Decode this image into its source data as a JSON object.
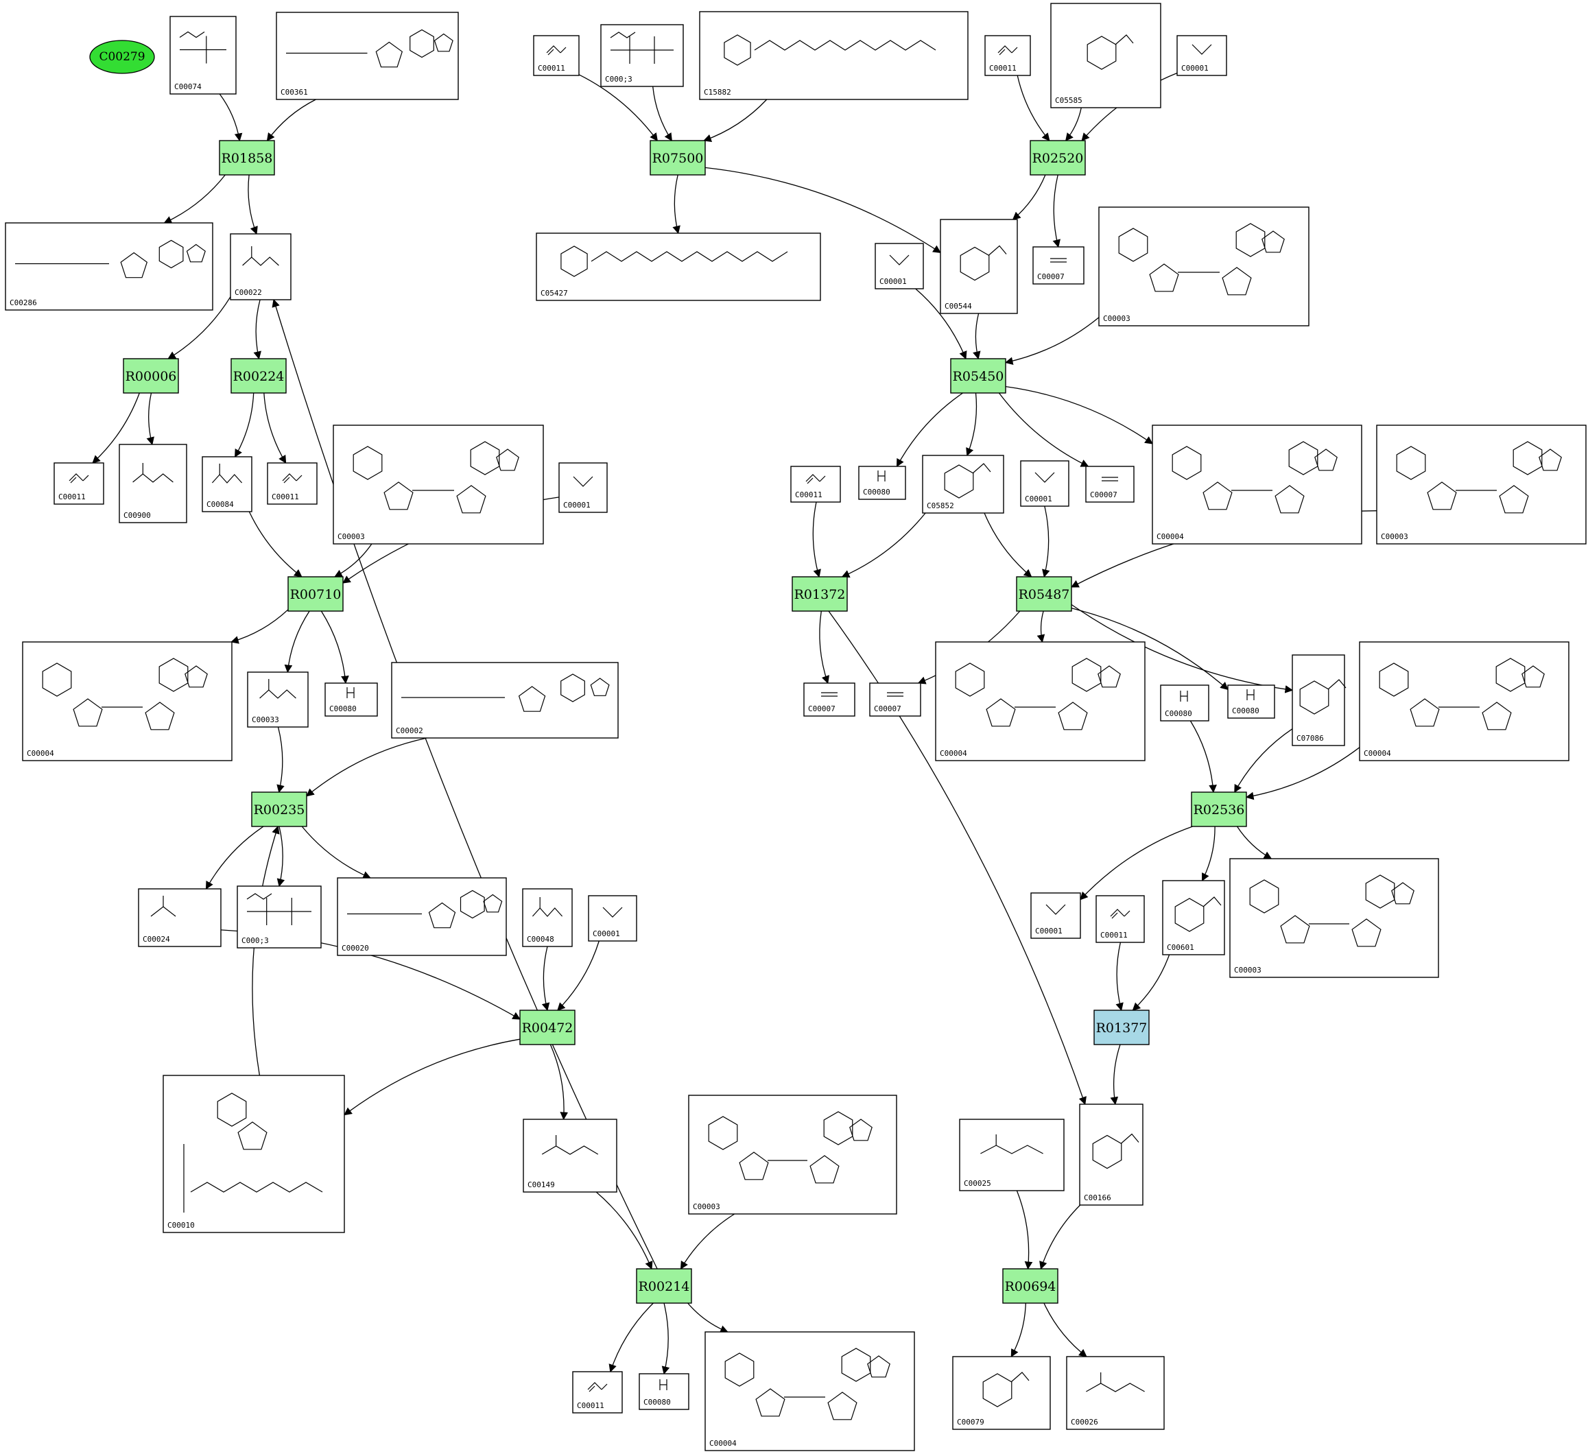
{
  "colors": {
    "start_node": "#33dd33",
    "reaction_normal": "#9cf29c",
    "reaction_highlight": "#a7d8e6",
    "border": "#000000",
    "background": "#ffffff"
  },
  "start_compound": "C00279",
  "reactions": [
    {
      "id": "R01858",
      "state": "normal"
    },
    {
      "id": "R07500",
      "state": "normal"
    },
    {
      "id": "R02520",
      "state": "normal"
    },
    {
      "id": "R00006",
      "state": "normal"
    },
    {
      "id": "R00224",
      "state": "normal"
    },
    {
      "id": "R05450",
      "state": "normal"
    },
    {
      "id": "R00710",
      "state": "normal"
    },
    {
      "id": "R01372",
      "state": "normal"
    },
    {
      "id": "R05487",
      "state": "normal"
    },
    {
      "id": "R00235",
      "state": "normal"
    },
    {
      "id": "R02536",
      "state": "normal"
    },
    {
      "id": "R00472",
      "state": "normal"
    },
    {
      "id": "R01377",
      "state": "highlight"
    },
    {
      "id": "R00214",
      "state": "normal"
    },
    {
      "id": "R00694",
      "state": "normal"
    }
  ],
  "compounds": [
    {
      "key": "c00074",
      "label": "C00074",
      "glyph": "phosphate"
    },
    {
      "key": "c00361",
      "label": "C00361",
      "glyph": "nucleotide"
    },
    {
      "key": "c00011_a",
      "label": "C00011",
      "glyph": "co2"
    },
    {
      "key": "c00013_a",
      "label": "C000;3",
      "glyph": "diphosphate"
    },
    {
      "key": "c15882",
      "label": "C15882",
      "glyph": "chain"
    },
    {
      "key": "c00011_b",
      "label": "C00011",
      "glyph": "co2"
    },
    {
      "key": "c05585",
      "label": "C05585",
      "glyph": "ring"
    },
    {
      "key": "c00001_a",
      "label": "C00001",
      "glyph": "water"
    },
    {
      "key": "c00286",
      "label": "C00286",
      "glyph": "nucleotide"
    },
    {
      "key": "c00022",
      "label": "C00022",
      "glyph": "small"
    },
    {
      "key": "c05427",
      "label": "C05427",
      "glyph": "chain"
    },
    {
      "key": "c00544",
      "label": "C00544",
      "glyph": "ring"
    },
    {
      "key": "c00007_a",
      "label": "C00007",
      "glyph": "o2"
    },
    {
      "key": "c00003_a",
      "label": "C00003",
      "glyph": "nad"
    },
    {
      "key": "c00001_b",
      "label": "C00001",
      "glyph": "water"
    },
    {
      "key": "c00011_c",
      "label": "C00011",
      "glyph": "co2"
    },
    {
      "key": "c00900",
      "label": "C00900",
      "glyph": "small"
    },
    {
      "key": "c00084",
      "label": "C00084",
      "glyph": "small"
    },
    {
      "key": "c00011_d",
      "label": "C00011",
      "glyph": "co2"
    },
    {
      "key": "c00003_b",
      "label": "C00003",
      "glyph": "nad"
    },
    {
      "key": "c00001_c",
      "label": "C00001",
      "glyph": "water"
    },
    {
      "key": "c00011_e",
      "label": "C00011",
      "glyph": "co2"
    },
    {
      "key": "c00080_a",
      "label": "C00080",
      "glyph": "proton"
    },
    {
      "key": "c05852",
      "label": "C05852",
      "glyph": "ring"
    },
    {
      "key": "c00001_d",
      "label": "C00001",
      "glyph": "water"
    },
    {
      "key": "c00007_b",
      "label": "C00007",
      "glyph": "o2"
    },
    {
      "key": "c00004_a",
      "label": "C00004",
      "glyph": "nad"
    },
    {
      "key": "c00003_c",
      "label": "C00003",
      "glyph": "nad"
    },
    {
      "key": "c00004_b",
      "label": "C00004",
      "glyph": "nad"
    },
    {
      "key": "c00033",
      "label": "C00033",
      "glyph": "small"
    },
    {
      "key": "c00080_b",
      "label": "C00080",
      "glyph": "proton"
    },
    {
      "key": "c00002",
      "label": "C00002",
      "glyph": "nucleotide"
    },
    {
      "key": "c00007_c",
      "label": "C00007",
      "glyph": "o2"
    },
    {
      "key": "c00007_d",
      "label": "C00007",
      "glyph": "o2"
    },
    {
      "key": "c00004_c",
      "label": "C00004",
      "glyph": "nad"
    },
    {
      "key": "c00080_c",
      "label": "C00080",
      "glyph": "proton"
    },
    {
      "key": "c00080_d",
      "label": "C00080",
      "glyph": "proton"
    },
    {
      "key": "c07086",
      "label": "C07086",
      "glyph": "ring"
    },
    {
      "key": "c00004_d",
      "label": "C00004",
      "glyph": "nad"
    },
    {
      "key": "c00024",
      "label": "C00024",
      "glyph": "coa"
    },
    {
      "key": "c00013_b",
      "label": "C000;3",
      "glyph": "diphosphate"
    },
    {
      "key": "c00020",
      "label": "C00020",
      "glyph": "nucleotide"
    },
    {
      "key": "c00048",
      "label": "C00048",
      "glyph": "small"
    },
    {
      "key": "c00001_e",
      "label": "C00001",
      "glyph": "water"
    },
    {
      "key": "c00001_f",
      "label": "C00001",
      "glyph": "water"
    },
    {
      "key": "c00011_f",
      "label": "C00011",
      "glyph": "co2"
    },
    {
      "key": "c00601",
      "label": "C00601",
      "glyph": "ring"
    },
    {
      "key": "c00003_d",
      "label": "C00003",
      "glyph": "nad"
    },
    {
      "key": "c00010",
      "label": "C00010",
      "glyph": "coa_big"
    },
    {
      "key": "c00149",
      "label": "C00149",
      "glyph": "small"
    },
    {
      "key": "c00003_e",
      "label": "C00003",
      "glyph": "nad"
    },
    {
      "key": "c00025",
      "label": "C00025",
      "glyph": "small"
    },
    {
      "key": "c00166",
      "label": "C00166",
      "glyph": "ring"
    },
    {
      "key": "c00011_g",
      "label": "C00011",
      "glyph": "co2"
    },
    {
      "key": "c00080_e",
      "label": "C00080",
      "glyph": "proton"
    },
    {
      "key": "c00004_e",
      "label": "C00004",
      "glyph": "nad"
    },
    {
      "key": "c00079",
      "label": "C00079",
      "glyph": "ring"
    },
    {
      "key": "c00026",
      "label": "C00026",
      "glyph": "small"
    }
  ],
  "edges": [
    [
      "c00074",
      "R01858"
    ],
    [
      "c00361",
      "R01858"
    ],
    [
      "R01858",
      "c00286"
    ],
    [
      "R01858",
      "c00022"
    ],
    [
      "c00011_a",
      "R07500"
    ],
    [
      "c00013_a",
      "R07500"
    ],
    [
      "c15882",
      "R07500"
    ],
    [
      "R07500",
      "c05427"
    ],
    [
      "R07500",
      "c00544"
    ],
    [
      "c00011_b",
      "R02520"
    ],
    [
      "c05585",
      "R02520"
    ],
    [
      "c00001_a",
      "R02520"
    ],
    [
      "R02520",
      "c00544"
    ],
    [
      "R02520",
      "c00007_a"
    ],
    [
      "c00022",
      "R00006"
    ],
    [
      "c00022",
      "R00224"
    ],
    [
      "R00006",
      "c00011_c"
    ],
    [
      "R00006",
      "c00900"
    ],
    [
      "R00224",
      "c00084"
    ],
    [
      "R00224",
      "c00011_d"
    ],
    [
      "c00001_b",
      "R05450"
    ],
    [
      "c00544",
      "R05450"
    ],
    [
      "c00003_a",
      "R05450"
    ],
    [
      "R05450",
      "c00080_a"
    ],
    [
      "R05450",
      "c05852"
    ],
    [
      "R05450",
      "c00007_b"
    ],
    [
      "R05450",
      "c00004_a"
    ],
    [
      "c00084",
      "R00710"
    ],
    [
      "c00003_b",
      "R00710"
    ],
    [
      "c00001_c",
      "R00710"
    ],
    [
      "R00710",
      "c00004_b"
    ],
    [
      "R00710",
      "c00033"
    ],
    [
      "R00710",
      "c00080_b"
    ],
    [
      "c00011_e",
      "R01372"
    ],
    [
      "c05852",
      "R01372"
    ],
    [
      "R01372",
      "c00007_c"
    ],
    [
      "R01372",
      "c00166"
    ],
    [
      "c05852",
      "R05487"
    ],
    [
      "c00001_d",
      "R05487"
    ],
    [
      "c00003_c",
      "R05487"
    ],
    [
      "R05487",
      "c00007_d"
    ],
    [
      "R05487",
      "c00004_c"
    ],
    [
      "R05487",
      "c00080_d"
    ],
    [
      "R05487",
      "c07086"
    ],
    [
      "c00033",
      "R00235"
    ],
    [
      "c00002",
      "R00235"
    ],
    [
      "c00010",
      "R00235"
    ],
    [
      "R00235",
      "c00024"
    ],
    [
      "R00235",
      "c00013_b"
    ],
    [
      "R00235",
      "c00020"
    ],
    [
      "c00080_c",
      "R02536"
    ],
    [
      "c07086",
      "R02536"
    ],
    [
      "c00004_d",
      "R02536"
    ],
    [
      "R02536",
      "c00001_f"
    ],
    [
      "R02536",
      "c00601"
    ],
    [
      "R02536",
      "c00003_d"
    ],
    [
      "c00024",
      "R00472"
    ],
    [
      "c00048",
      "R00472"
    ],
    [
      "c00001_e",
      "R00472"
    ],
    [
      "R00472",
      "c00010"
    ],
    [
      "R00472",
      "c00149"
    ],
    [
      "c00011_f",
      "R01377"
    ],
    [
      "c00601",
      "R01377"
    ],
    [
      "R01377",
      "c00166"
    ],
    [
      "c00149",
      "R00214"
    ],
    [
      "c00003_e",
      "R00214"
    ],
    [
      "R00214",
      "c00022"
    ],
    [
      "R00214",
      "c00011_g"
    ],
    [
      "R00214",
      "c00080_e"
    ],
    [
      "R00214",
      "c00004_e"
    ],
    [
      "c00025",
      "R00694"
    ],
    [
      "c00166",
      "R00694"
    ],
    [
      "R00694",
      "c00079"
    ],
    [
      "R00694",
      "c00026"
    ]
  ]
}
